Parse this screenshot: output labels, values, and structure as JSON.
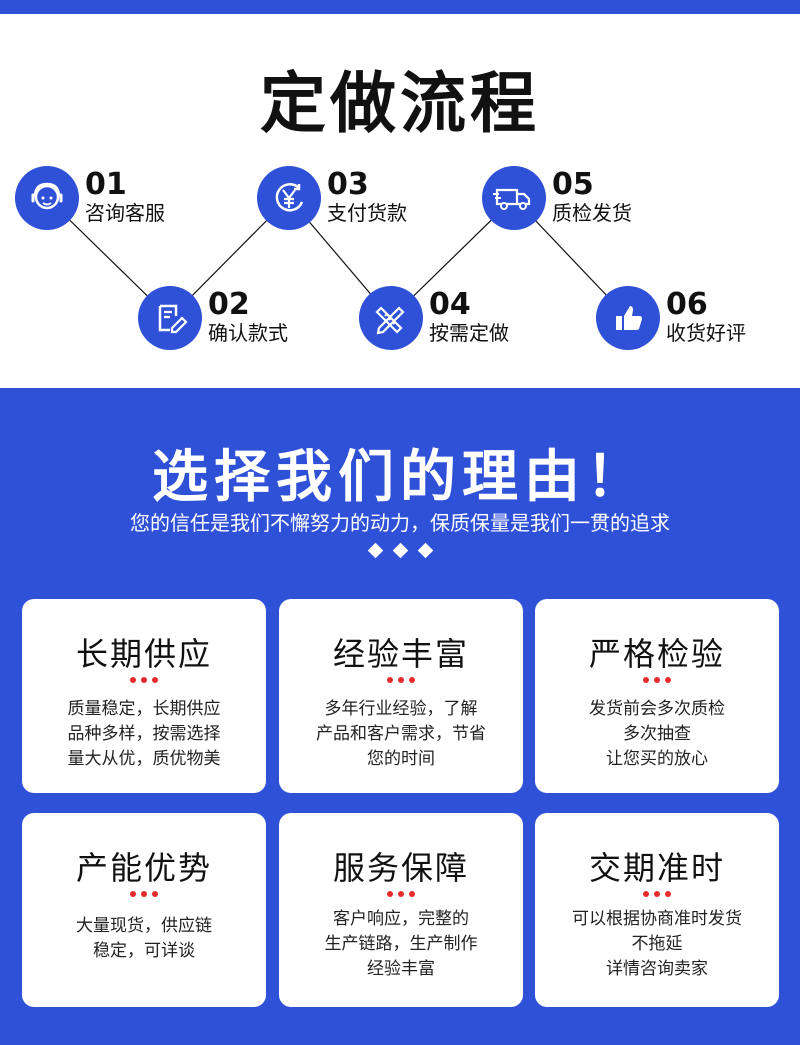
{
  "flow": {
    "title": "定做流程",
    "steps": [
      {
        "num": "01",
        "label": "咨询客服",
        "icon": "customer-service-icon"
      },
      {
        "num": "02",
        "label": "确认款式",
        "icon": "confirm-document-icon"
      },
      {
        "num": "03",
        "label": "支付货款",
        "icon": "yuan-payment-icon"
      },
      {
        "num": "04",
        "label": "按需定做",
        "icon": "pencil-ruler-icon"
      },
      {
        "num": "05",
        "label": "质检发货",
        "icon": "delivery-truck-icon"
      },
      {
        "num": "06",
        "label": "收货好评",
        "icon": "thumbs-up-icon"
      }
    ]
  },
  "why": {
    "title": "选择我们的理由！",
    "subtitle": "您的信任是我们不懈努力的动力，保质保量是我们一贯的追求",
    "cards": [
      {
        "title": "长期供应",
        "lines": [
          "质量稳定，长期供应",
          "品种多样，按需选择",
          "量大从优，质优物美"
        ]
      },
      {
        "title": "经验丰富",
        "lines": [
          "多年行业经验，了解",
          "产品和客户需求，节省",
          "您的时间"
        ]
      },
      {
        "title": "严格检验",
        "lines": [
          "发货前会多次质检",
          "多次抽查",
          "让您买的放心"
        ]
      },
      {
        "title": "产能优势",
        "lines": [
          "大量现货，供应链",
          "稳定，可详谈"
        ]
      },
      {
        "title": "服务保障",
        "lines": [
          "客户响应，完整的",
          "生产链路，生产制作",
          "经验丰富"
        ]
      },
      {
        "title": "交期准时",
        "lines": [
          "可以根据协商准时发货",
          "不拖延",
          "详情咨询卖家"
        ]
      }
    ]
  },
  "colors": {
    "accent": "#2f51d8",
    "dot": "#e52c2c"
  }
}
